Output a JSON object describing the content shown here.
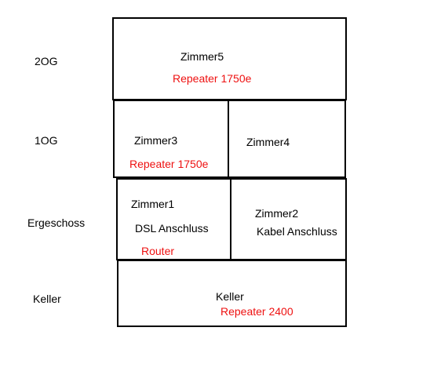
{
  "floors": {
    "og2": {
      "label": "2OG",
      "room": "Zimmer5",
      "device": "Repeater 1750e"
    },
    "og1": {
      "label": "1OG",
      "left_room": "Zimmer3",
      "left_device": "Repeater 1750e",
      "right_room": "Zimmer4"
    },
    "eg": {
      "label": "Ergeschoss",
      "left_room": "Zimmer1",
      "left_note": "DSL Anschluss",
      "left_device": "Router",
      "right_room": "Zimmer2",
      "right_note": "Kabel Anschluss"
    },
    "keller": {
      "label": "Keller",
      "room": "Keller",
      "device": "Repeater 2400"
    }
  },
  "colors": {
    "line": "#000000",
    "device_text": "#ee1111"
  }
}
